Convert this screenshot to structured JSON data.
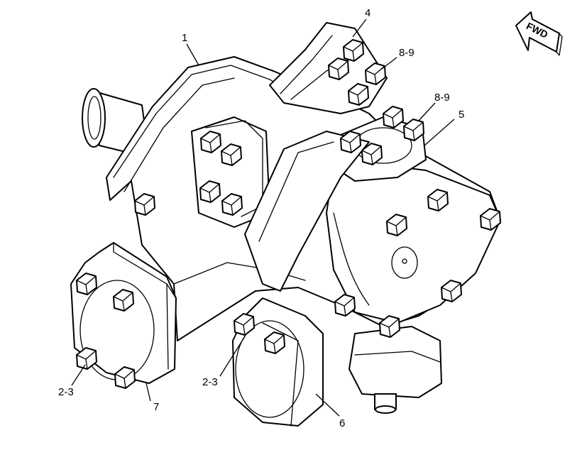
{
  "diagram": {
    "orientation_label": "FWD",
    "callouts": {
      "c1": "1",
      "c4": "4",
      "c8_9_top": "8-9",
      "c8_9_mid": "8-9",
      "c5": "5",
      "c2_3_left": "2-3",
      "c2_3_right": "2-3",
      "c7": "7",
      "c6": "6"
    }
  }
}
